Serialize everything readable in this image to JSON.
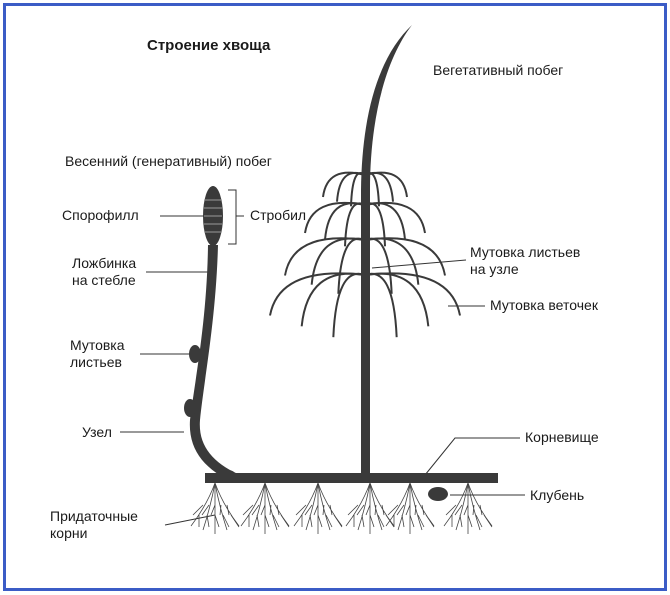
{
  "title": "Строение хвоща",
  "labels": {
    "vegetative_shoot": "Вегетативный побег",
    "spring_shoot": "Весенний (генеративный) побег",
    "sporophyll": "Спорофилл",
    "strobilus": "Стробил",
    "groove_1": "Ложбинка",
    "groove_2": "на стебле",
    "leaf_whorl_node_1": "Мутовка листьев",
    "leaf_whorl_node_2": "на узле",
    "branch_whorl": "Мутовка веточек",
    "leaf_whorl_1": "Мутовка",
    "leaf_whorl_2": "листьев",
    "node": "Узел",
    "rhizome": "Корневище",
    "tuber": "Клубень",
    "roots_1": "Придаточные",
    "roots_2": "корни"
  },
  "colors": {
    "frame": "#3b5cc6",
    "plant": "#3a3a3a"
  }
}
